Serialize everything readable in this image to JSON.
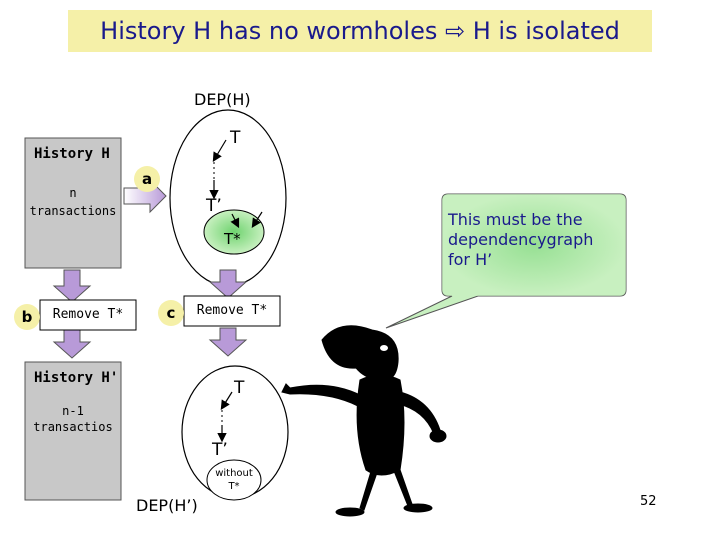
{
  "title": "History H has no wormholes ⇨ H is isolated",
  "top_diagram": {
    "dep_label": "DEP(H)",
    "node_t": "T",
    "node_t_prime": "T’",
    "node_t_star": "T*"
  },
  "history_h": {
    "title": "History H",
    "subtitle_line1": "n",
    "subtitle_line2": "transactions"
  },
  "remove_left": {
    "marker": "b",
    "label": "Remove T*"
  },
  "remove_right": {
    "marker": "c",
    "label": "Remove T*"
  },
  "marker_a": "a",
  "history_h_prime": {
    "title": "History H'",
    "subtitle_line1": "n-1",
    "subtitle_line2": "transactios"
  },
  "bottom_diagram": {
    "node_t": "T",
    "node_t_prime": "T’",
    "without_line1": "without",
    "without_line2": "T*",
    "dep_label": "DEP(H’)"
  },
  "callout": {
    "line1": "This must be the",
    "line2": "dependencygraph",
    "line3": "for H’"
  },
  "page_number": "52",
  "colors": {
    "yellow": "#f5f0a8",
    "gray": "#c8c8c8",
    "green": "#8fd98f",
    "title": "#1a1a8c"
  }
}
